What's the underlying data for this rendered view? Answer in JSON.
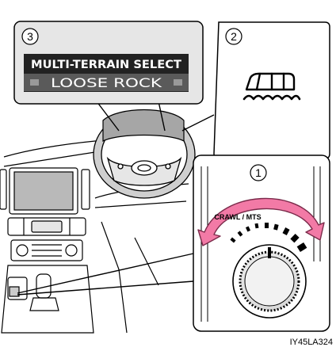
{
  "callouts": {
    "one": "1",
    "two": "2",
    "three": "3"
  },
  "display": {
    "line1": "MULTI-TERRAIN SELECT",
    "line2": "LOOSE ROCK"
  },
  "dial": {
    "label": "CRAWL / MTS"
  },
  "figure_code": "IY45LA324",
  "colors": {
    "arrow": "#f27aa6",
    "arrow_outline": "#7a2a4a",
    "display_bg": "#222222",
    "display_band": "#5a5a5a",
    "panel_fill": "#e6e6e6",
    "screen_fill": "#b9b9b9"
  },
  "icons": [
    "vehicle-on-rocks-icon"
  ]
}
